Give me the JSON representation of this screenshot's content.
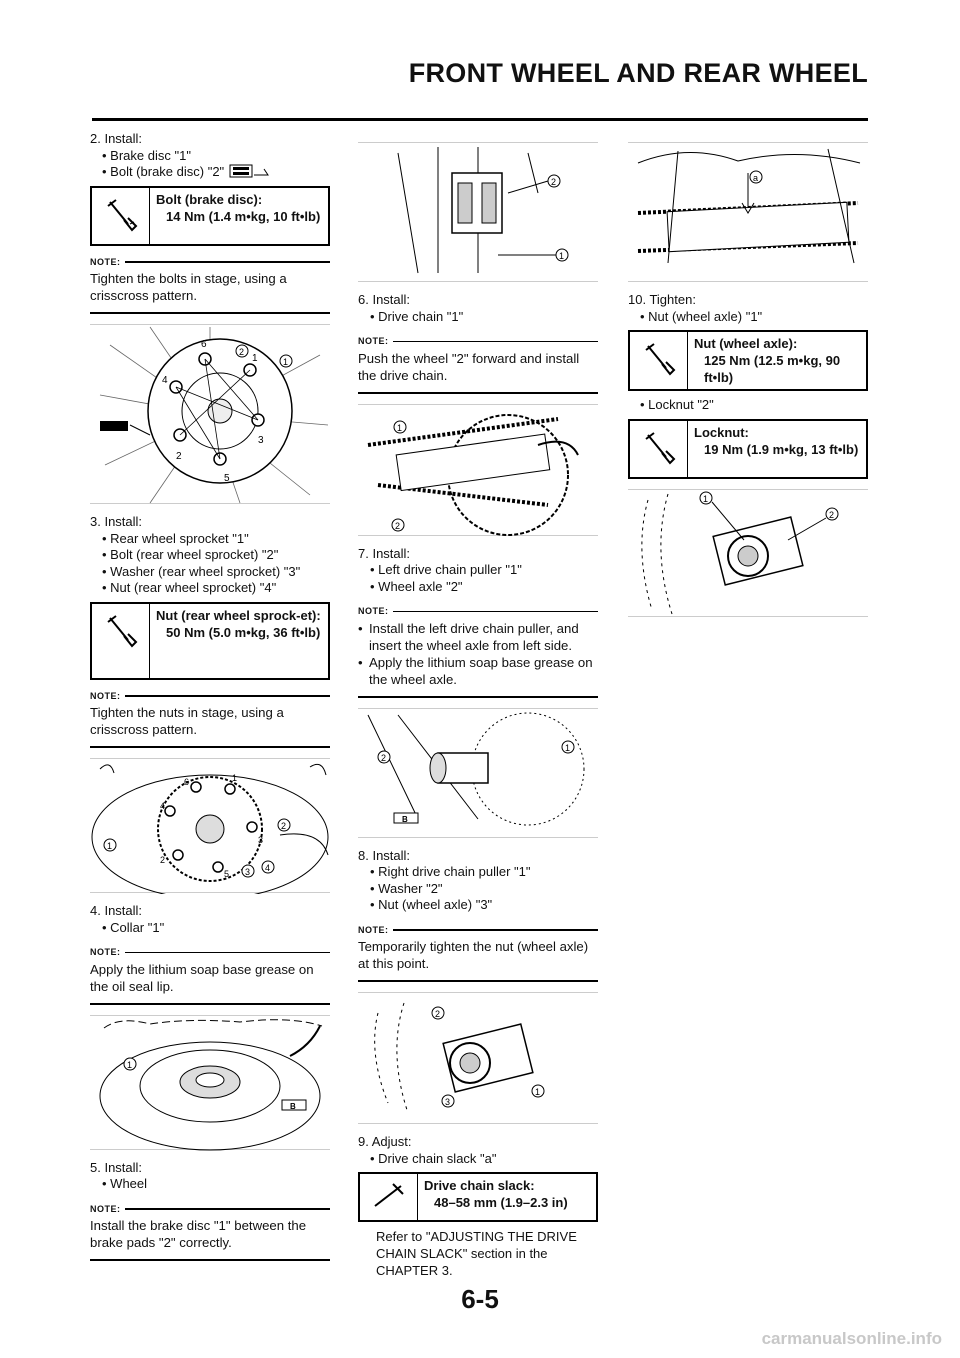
{
  "header": {
    "title": "FRONT WHEEL AND REAR WHEEL"
  },
  "page_number": "6-5",
  "watermark": "carmanualsonline.info",
  "col1": {
    "step2": {
      "title": "2.  Install:",
      "b1": "Brake disc \"1\"",
      "b2": "Bolt (brake disc) \"2\""
    },
    "spec1": {
      "label": "Bolt (brake disc):",
      "value": "14 Nm (1.4 m•kg, 10 ft•lb)"
    },
    "note1": {
      "head": "NOTE:",
      "text": "Tighten the bolts in stage, using a crisscross pattern."
    },
    "step3": {
      "title": "3.  Install:",
      "b1": "Rear wheel sprocket \"1\"",
      "b2": "Bolt (rear wheel sprocket) \"2\"",
      "b3": "Washer (rear wheel sprocket) \"3\"",
      "b4": "Nut (rear wheel sprocket) \"4\""
    },
    "spec2": {
      "label": "Nut (rear wheel sprock-et):",
      "value": "50 Nm (5.0 m•kg, 36 ft•lb)"
    },
    "note2": {
      "head": "NOTE:",
      "text": "Tighten the nuts in stage, using a crisscross pattern."
    },
    "step4": {
      "title": "4.  Install:",
      "b1": "Collar \"1\""
    },
    "note3": {
      "head": "NOTE:",
      "text": "Apply the lithium soap base grease on the oil seal lip."
    },
    "step5": {
      "title": "5.  Install:",
      "b1": "Wheel"
    },
    "note4": {
      "head": "NOTE:",
      "text": "Install the brake disc \"1\" between the brake pads \"2\" correctly."
    }
  },
  "col2": {
    "step6": {
      "title": "6.  Install:",
      "b1": "Drive chain \"1\""
    },
    "note5": {
      "head": "NOTE:",
      "text": "Push the wheel \"2\" forward and install the drive chain."
    },
    "step7": {
      "title": "7.  Install:",
      "b1": "Left drive chain puller \"1\"",
      "b2": "Wheel axle \"2\""
    },
    "note6": {
      "head": "NOTE:",
      "b1": "Install the left drive chain puller, and insert the wheel axle from left side.",
      "b2": "Apply the lithium soap base grease on the wheel axle."
    },
    "step8": {
      "title": "8.  Install:",
      "b1": "Right drive chain puller \"1\"",
      "b2": "Washer \"2\"",
      "b3": "Nut (wheel axle) \"3\""
    },
    "note7": {
      "head": "NOTE:",
      "text": "Temporarily tighten the nut (wheel axle) at this point."
    },
    "step9": {
      "title": "9.  Adjust:",
      "b1": "Drive chain slack \"a\""
    },
    "spec3": {
      "label": "Drive chain slack:",
      "value": "48–58 mm (1.9–2.3 in)"
    },
    "refer": "Refer to \"ADJUSTING THE DRIVE CHAIN SLACK\" section in the CHAPTER 3."
  },
  "col3": {
    "step10": {
      "title": "10. Tighten:",
      "b1": "Nut (wheel axle) \"1\""
    },
    "spec4": {
      "label": "Nut (wheel axle):",
      "value": "125 Nm (12.5 m•kg, 90 ft•lb)"
    },
    "b2": "Locknut \"2\"",
    "spec5": {
      "label": "Locknut:",
      "value": "19 Nm (1.9 m•kg, 13 ft•lb)"
    }
  },
  "figures": {
    "fig1_labels": [
      "1",
      "2",
      "3",
      "4",
      "5",
      "6"
    ],
    "callouts": {
      "one": "1",
      "two": "2",
      "three": "3",
      "four": "4",
      "a": "a"
    }
  },
  "icons": {
    "spec": "torque-wrench-icon",
    "lt": "loctite-icon",
    "grease": "grease-icon"
  }
}
